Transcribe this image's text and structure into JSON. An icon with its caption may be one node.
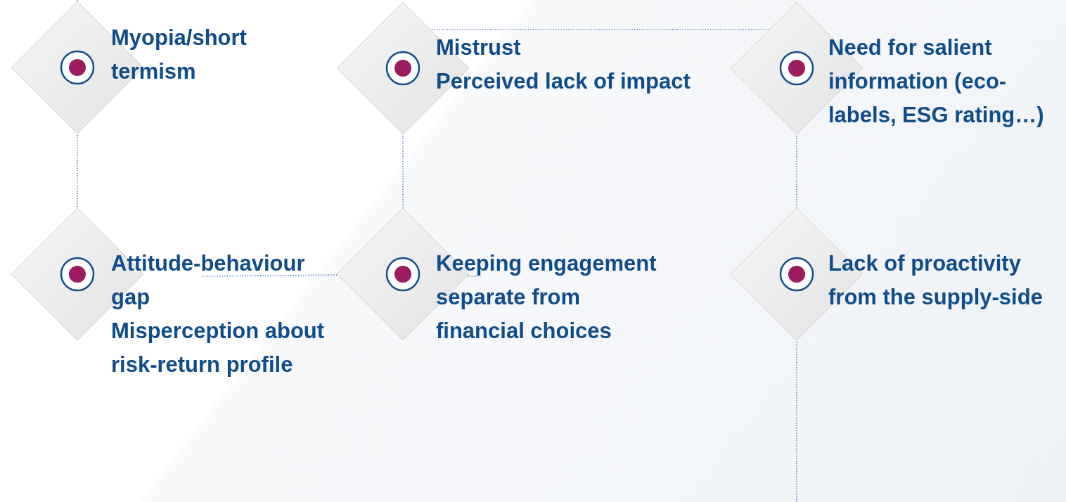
{
  "diagram": {
    "nodes": [
      {
        "text": [
          "Myopia/short termism"
        ]
      },
      {
        "text": [
          "Mistrust",
          "Perceived lack of impact"
        ]
      },
      {
        "text": [
          "Need for salient information (eco-labels, ESG rating…)"
        ]
      },
      {
        "text": [
          "Attitude-behaviour gap",
          "Misperception about risk-return profile"
        ]
      },
      {
        "text": [
          "Keeping engagement separate from financial choices"
        ]
      },
      {
        "text": [
          "Lack of proactivity from the supply-side"
        ]
      }
    ],
    "edges": [
      {
        "from": null,
        "to": 0,
        "arrow": "none",
        "style": "dashed"
      },
      {
        "from": 0,
        "to": 3,
        "arrow": "none",
        "style": "dashed"
      },
      {
        "from": 1,
        "to": 2,
        "arrow": "none",
        "style": "dashed"
      },
      {
        "from": 1,
        "to": 4,
        "arrow": "none",
        "style": "dashed"
      },
      {
        "from": 2,
        "to": 5,
        "arrow": "none",
        "style": "dashed"
      },
      {
        "from": 5,
        "to": null,
        "arrow": "none",
        "style": "dashed"
      },
      {
        "from": 3,
        "to": 4,
        "arrow": "none",
        "style": "dashed"
      },
      {
        "from": 4,
        "to": null,
        "arrow": "none",
        "style": "dashed"
      }
    ]
  }
}
